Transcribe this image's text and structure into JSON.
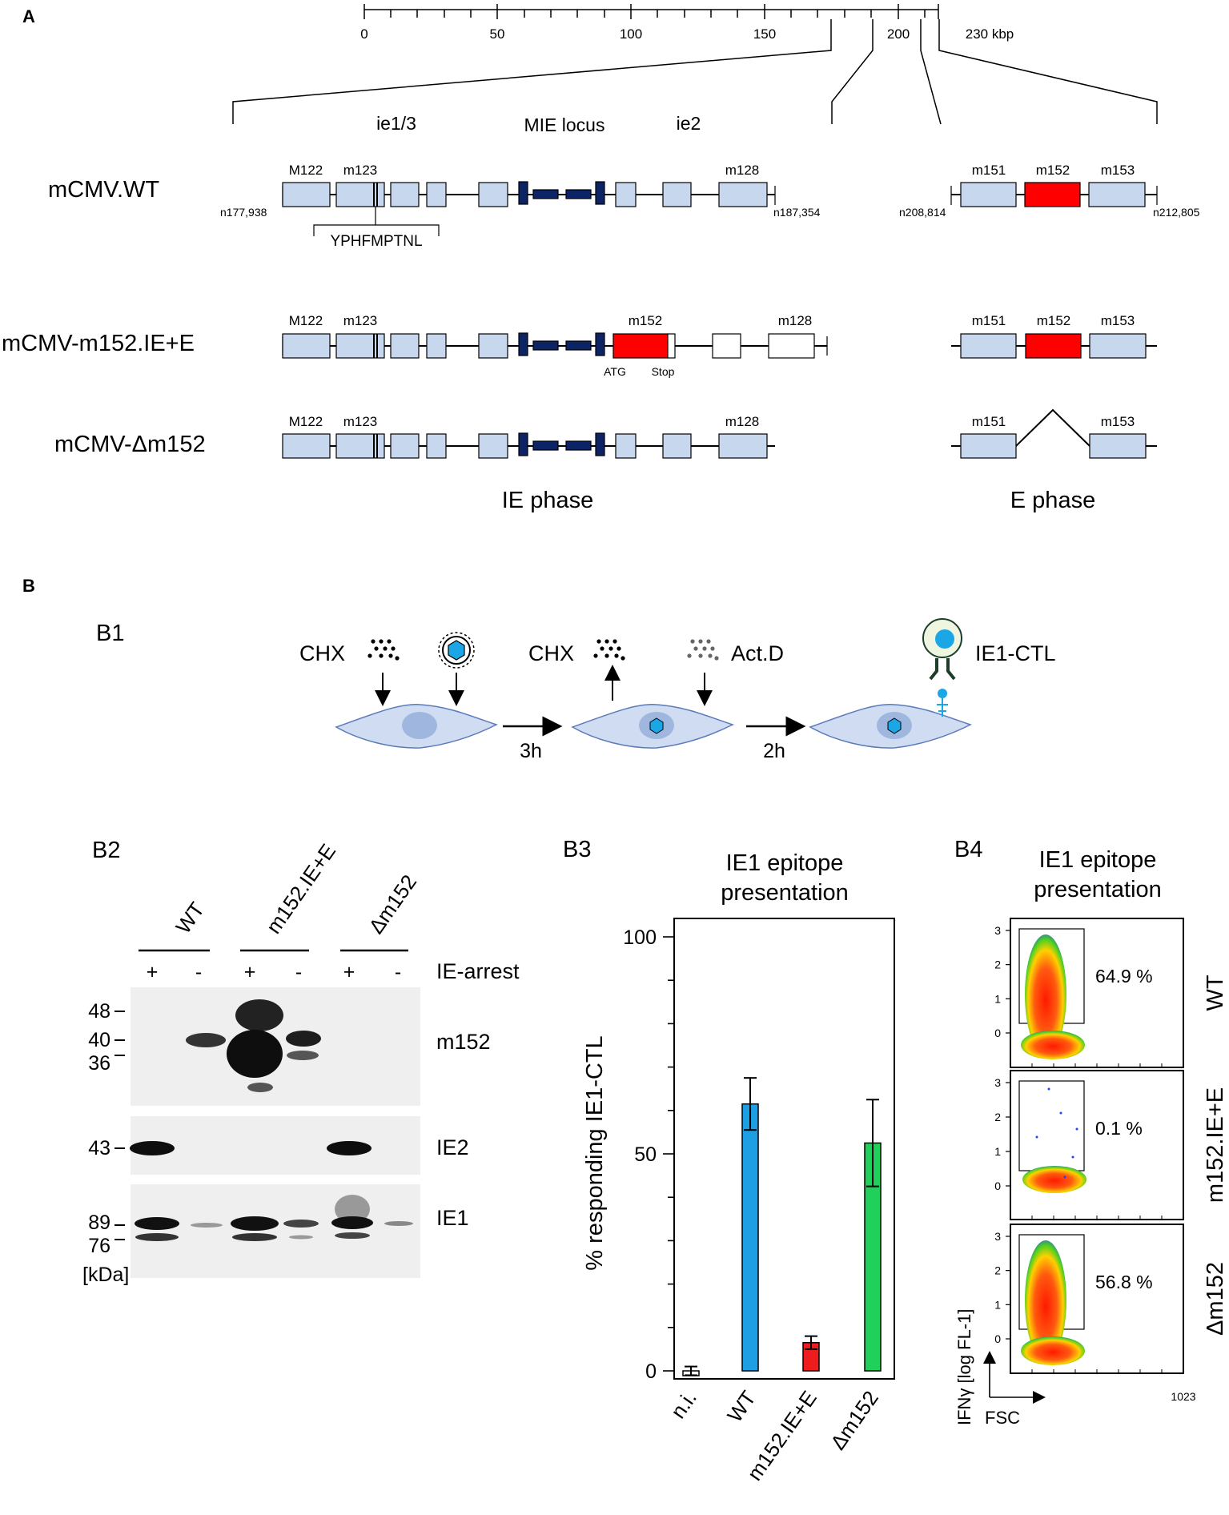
{
  "panel_A": {
    "label": "A",
    "scale": {
      "ticks": [
        "0",
        "50",
        "100",
        "150",
        "200",
        "230 kbp"
      ]
    },
    "locus_headers": {
      "ie13": "ie1/3",
      "mie": "MIE locus",
      "ie2": "ie2"
    },
    "rows": [
      {
        "name": "mCMV.WT",
        "genes": [
          "M122",
          "m123",
          "m128",
          "m151",
          "m152",
          "m153"
        ],
        "coords": [
          "n177,938",
          "n187,354",
          "n208,814",
          "n212,805"
        ],
        "epitope": "YPHFMPTNL"
      },
      {
        "name": "mCMV-m152.IE+E",
        "genes": [
          "M122",
          "m123",
          "m152",
          "m128",
          "m151",
          "m152",
          "m153"
        ],
        "markers": [
          "ATG",
          "Stop"
        ]
      },
      {
        "name": "mCMV-Δm152",
        "genes": [
          "M122",
          "m123",
          "m128",
          "m151",
          "m153"
        ]
      }
    ],
    "phases": [
      "IE phase",
      "E phase"
    ],
    "colors": {
      "gene": "#c7d7ee",
      "m152": "#ff0000",
      "exon": "#0c2466",
      "empty": "#ffffff"
    }
  },
  "panel_B": {
    "label": "B",
    "B1": {
      "label": "B1",
      "texts": [
        "CHX",
        "CHX",
        "Act.D",
        "IE1-CTL"
      ],
      "times": [
        "3h",
        "2h"
      ]
    },
    "B2": {
      "label": "B2",
      "lanes": [
        "WT",
        "m152.IE+E",
        "Δm152"
      ],
      "arrest_signs": [
        "+",
        "-",
        "+",
        "-",
        "+",
        "-"
      ],
      "arrest_label": "IE-arrest",
      "markers": [
        "48",
        "40",
        "36",
        "43",
        "89",
        "76"
      ],
      "unit": "[kDa]",
      "bands": [
        "m152",
        "IE2",
        "IE1"
      ]
    },
    "B3": {
      "label": "B3",
      "title_lines": [
        "IE1 epitope",
        "presentation"
      ]
    },
    "B4": {
      "label": "B4",
      "title_lines": [
        "IE1 epitope",
        "presentation"
      ],
      "plots": [
        {
          "row": "WT",
          "percent": "64.9 %"
        },
        {
          "row": "m152.IE+E",
          "percent": "0.1 %"
        },
        {
          "row": "Δm152",
          "percent": "56.8 %"
        }
      ],
      "y_ticks": [
        "3",
        "2",
        "1",
        "0"
      ],
      "x_end": "1023",
      "ylabel": "IFNγ [log FL-1]",
      "xlabel": "FSC"
    }
  },
  "chart_data": {
    "type": "bar",
    "categories": [
      "n.i.",
      "WT",
      "m152.IE+E",
      "Δm152"
    ],
    "values": [
      0,
      61.5,
      6.5,
      52.5
    ],
    "errors": [
      1,
      6,
      1.5,
      10
    ],
    "colors": [
      "#ffffff",
      "#1e9fe3",
      "#ee1c1c",
      "#20d05a"
    ],
    "ylabel": "% responding IE1-CTL",
    "yticks": [
      "0",
      "50",
      "100"
    ],
    "ylim": [
      0,
      105
    ]
  }
}
